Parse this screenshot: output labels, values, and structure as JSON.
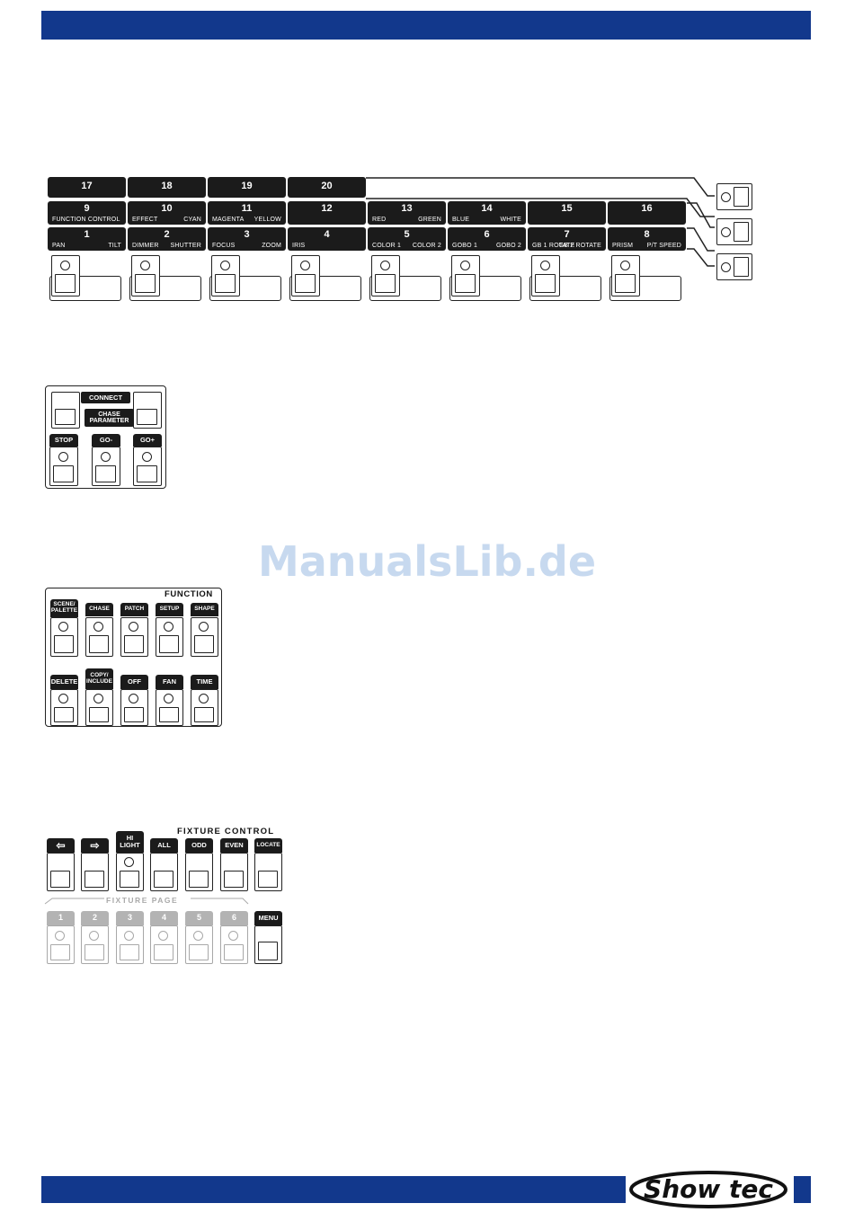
{
  "watermark": "ManualsLib.de",
  "logo_text": "Show tec",
  "channel_panel": {
    "row_top": [
      "17",
      "18",
      "19",
      "20"
    ],
    "row_mid": [
      {
        "num": "9",
        "left": "FUNCTION CONTROL",
        "right": ""
      },
      {
        "num": "10",
        "left": "EFFECT",
        "right": "CYAN"
      },
      {
        "num": "11",
        "left": "MAGENTA",
        "right": "YELLOW"
      },
      {
        "num": "12",
        "left": "",
        "right": ""
      },
      {
        "num": "13",
        "left": "RED",
        "right": "GREEN"
      },
      {
        "num": "14",
        "left": "BLUE",
        "right": "WHITE"
      },
      {
        "num": "15",
        "left": "",
        "right": ""
      },
      {
        "num": "16",
        "left": "",
        "right": ""
      }
    ],
    "row_bottom": [
      {
        "num": "1",
        "left": "PAN",
        "right": "TILT"
      },
      {
        "num": "2",
        "left": "DIMMER",
        "right": "SHUTTER"
      },
      {
        "num": "3",
        "left": "FOCUS",
        "right": "ZOOM"
      },
      {
        "num": "4",
        "left": "IRIS",
        "right": ""
      },
      {
        "num": "5",
        "left": "COLOR 1",
        "right": "COLOR 2"
      },
      {
        "num": "6",
        "left": "GOBO 1",
        "right": "GOBO 2"
      },
      {
        "num": "7",
        "left": "GB 1 ROTATE",
        "right": "GB 2 ROTATE"
      },
      {
        "num": "8",
        "left": "PRISM",
        "right": "P/T SPEED"
      }
    ]
  },
  "chase_panel": {
    "connect": "CONNECT",
    "chase_parameter": "CHASE PARAMETER",
    "buttons": [
      "STOP",
      "GO-",
      "GO+"
    ]
  },
  "function_panel": {
    "title": "FUNCTION",
    "row1": [
      "SCENE/ PALETTE",
      "CHASE",
      "PATCH",
      "SETUP",
      "SHAPE"
    ],
    "row2": [
      "DELETE",
      "COPY/ INCLUDE",
      "OFF",
      "FAN",
      "TIME"
    ]
  },
  "fixture_panel": {
    "title": "FIXTURE CONTROL",
    "row1": [
      "⇦",
      "⇨",
      "HI LIGHT",
      "ALL",
      "ODD",
      "EVEN",
      "LOCATE"
    ],
    "page_title": "FIXTURE PAGE",
    "pages": [
      "1",
      "2",
      "3",
      "4",
      "5",
      "6"
    ],
    "menu": "MENU"
  }
}
